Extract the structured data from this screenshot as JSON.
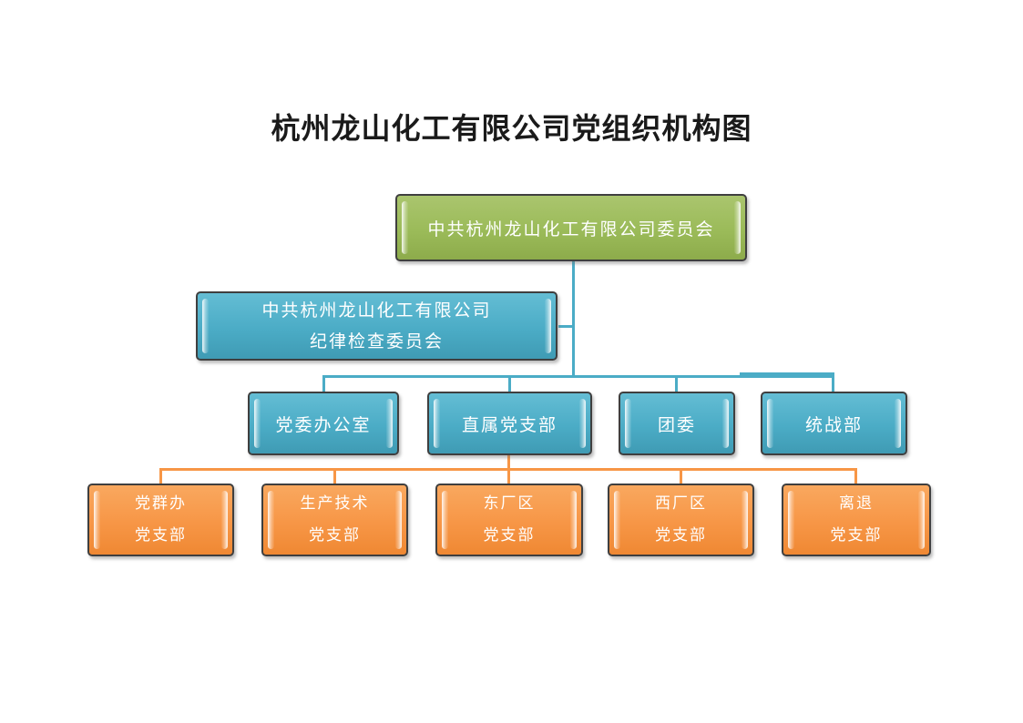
{
  "title": "杭州龙山化工有限公司党组织机构图",
  "colors": {
    "green": "#9BBB59",
    "blue": "#4BACC6",
    "orange": "#F79646",
    "box_border": "#3F3F3F",
    "text": "#FFFFFF",
    "title_text": "#1A1A1A"
  },
  "org": {
    "root": {
      "label": "中共杭州龙山化工有限公司委员会"
    },
    "discipline_committee": {
      "line1": "中共杭州龙山化工有限公司",
      "line2": "纪律检查委员会"
    },
    "departments": [
      {
        "label": "党委办公室"
      },
      {
        "label": "直属党支部"
      },
      {
        "label": "团委"
      },
      {
        "label": "统战部"
      }
    ],
    "branches": [
      {
        "line1": "党群办",
        "line2": "党支部"
      },
      {
        "line1": "生产技术",
        "line2": "党支部"
      },
      {
        "line1": "东厂区",
        "line2": "党支部"
      },
      {
        "line1": "西厂区",
        "line2": "党支部"
      },
      {
        "line1": "离退",
        "line2": "党支部"
      }
    ]
  }
}
